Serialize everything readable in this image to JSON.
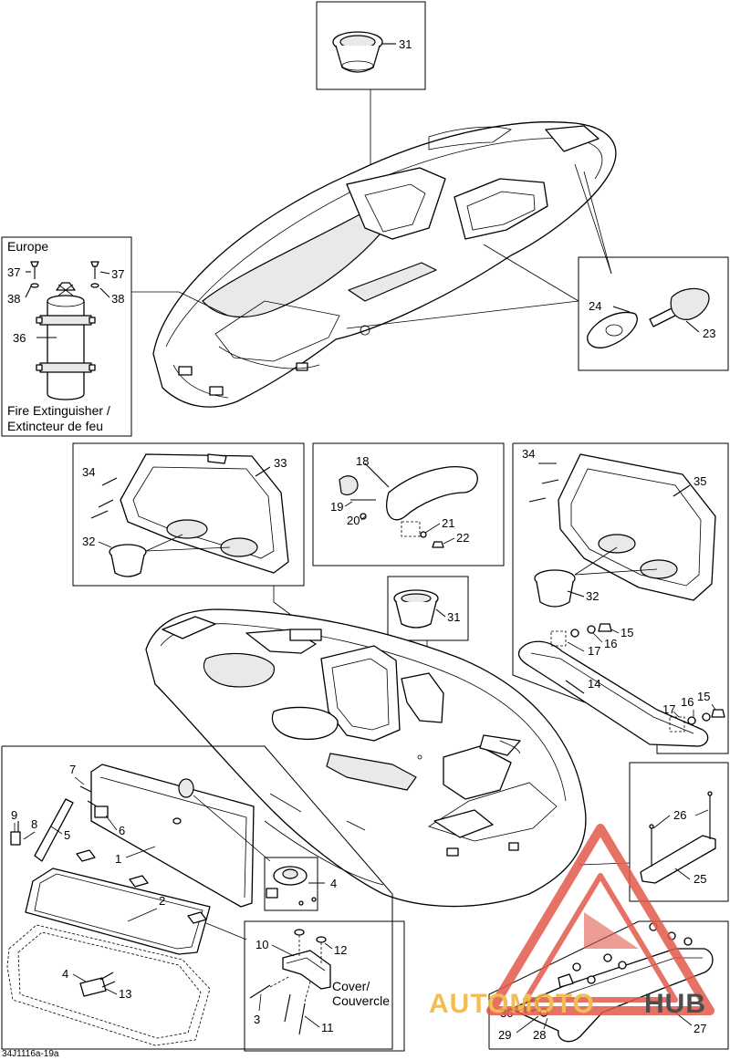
{
  "labels": {
    "europe": "Europe",
    "fire_line1": "Fire Extinguisher /",
    "fire_line2": "Extincteur de feu",
    "cover_line1": "Cover/",
    "cover_line2": "Couvercle",
    "ref_code": "34J1116a-19a"
  },
  "callouts": {
    "c31_top": "31",
    "c37_left": "37",
    "c37_right": "37",
    "c38_left": "38",
    "c38_right": "38",
    "c36": "36",
    "c24": "24",
    "c23": "23",
    "c34_left": "34",
    "c33": "33",
    "c32_left": "32",
    "c18": "18",
    "c19": "19",
    "c20": "20",
    "c21": "21",
    "c22": "22",
    "c34_right": "34",
    "c35": "35",
    "c32_right": "32",
    "c31_mid": "31",
    "c15_a": "15",
    "c16_a": "16",
    "c17_a": "17",
    "c14": "14",
    "c17_b": "17",
    "c16_b": "16",
    "c15_b": "15",
    "c7": "7",
    "c9": "9",
    "c8": "8",
    "c5": "5",
    "c6": "6",
    "c1": "1",
    "c4_a": "4",
    "c2": "2",
    "c4_b": "4",
    "c13": "13",
    "c10": "10",
    "c12": "12",
    "c3": "3",
    "c11": "11",
    "c26": "26",
    "c25": "25",
    "c30": "30",
    "c29": "29",
    "c28": "28",
    "c27": "27"
  },
  "watermark": {
    "brand_left": "AUTOMOTO",
    "brand_right": "HUB",
    "triangle_color": "#e25a4b",
    "text_color": "#f2b233",
    "hub_color": "#2f2f2f"
  }
}
